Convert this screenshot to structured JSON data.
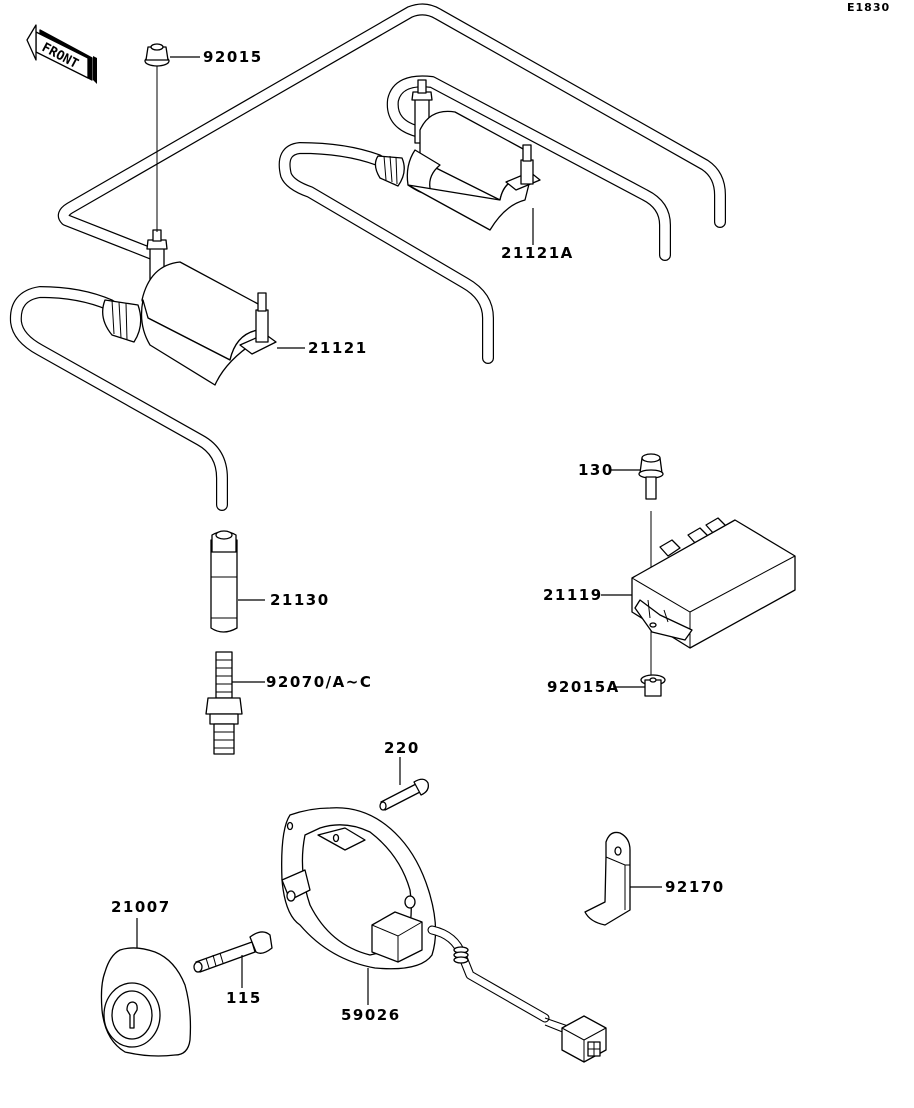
{
  "diagram": {
    "code": "E1830",
    "orientation_marker": {
      "text": "FRONT",
      "icon": "front-arrow-icon"
    },
    "callouts": [
      {
        "id": "92015",
        "label": "92015",
        "part": "flange-nut"
      },
      {
        "id": "21121A",
        "label": "21121A",
        "part": "ignition-coil-rear"
      },
      {
        "id": "21121",
        "label": "21121",
        "part": "ignition-coil-front"
      },
      {
        "id": "21130",
        "label": "21130",
        "part": "spark-plug-cap"
      },
      {
        "id": "92070",
        "label": "92070/A~C",
        "part": "spark-plug"
      },
      {
        "id": "130",
        "label": "130",
        "part": "flange-bolt"
      },
      {
        "id": "21119",
        "label": "21119",
        "part": "igniter-unit"
      },
      {
        "id": "92015A",
        "label": "92015A",
        "part": "collar-nut"
      },
      {
        "id": "220",
        "label": "220",
        "part": "pan-screw"
      },
      {
        "id": "92170",
        "label": "92170",
        "part": "clamp-bracket"
      },
      {
        "id": "21007",
        "label": "21007",
        "part": "rotor"
      },
      {
        "id": "115",
        "label": "115",
        "part": "bolt"
      },
      {
        "id": "59026",
        "label": "59026",
        "part": "pickup-coil-plate"
      }
    ]
  }
}
